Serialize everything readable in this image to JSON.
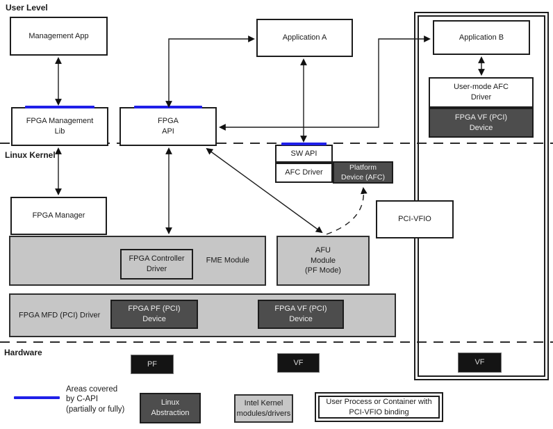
{
  "colors": {
    "capi_blue": "#1f1fe8",
    "linux_abstraction_gray": "#4d4d4d",
    "intel_module_gray": "#c6c6c6",
    "hardware_black": "#141414",
    "line_black": "#1c1c1c"
  },
  "sections": {
    "user_level": "User Level",
    "linux_kernel": "Linux Kernel",
    "hardware": "Hardware"
  },
  "user_level": {
    "management_app": "Management App",
    "fpga_management_lib": "FPGA Management\nLib",
    "fpga_api": "FPGA\nAPI",
    "application_a": "Application A",
    "application_b": "Application B",
    "user_mode_afc_driver": "User-mode AFC\nDriver",
    "fpga_vf_pci_device": "FPGA VF (PCI)\nDevice"
  },
  "kernel": {
    "sw_api": "SW API",
    "afc_driver": "AFC Driver",
    "platform_device_afc": "Platform\nDevice (AFC)",
    "pci_vfio": "PCI-VFIO",
    "fpga_manager": "FPGA Manager",
    "fme_module": "FME Module",
    "fpga_controller_driver": "FPGA Controller\nDriver",
    "afu_module": "AFU\nModule\n(PF Mode)",
    "fpga_mfd_driver": "FPGA MFD (PCI) Driver",
    "fpga_pf_pci_device": "FPGA PF (PCI)\nDevice",
    "fpga_vf_pci_device": "FPGA VF (PCI)\nDevice"
  },
  "hardware": {
    "pf": "PF",
    "vf_left": "VF",
    "vf_right": "VF"
  },
  "legend": {
    "capi_note": "Areas covered\nby C-API\n(partially or fully)",
    "linux_abstraction": "Linux\nAbstraction",
    "intel_kernel": "Intel Kernel\nmodules/drivers",
    "user_process": "User Process or Container with\nPCI-VFIO binding"
  }
}
